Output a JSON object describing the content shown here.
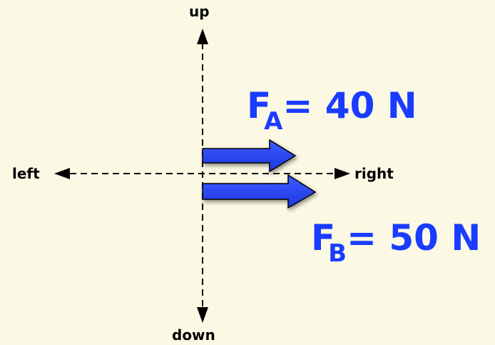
{
  "axes": {
    "up": "up",
    "down": "down",
    "left": "left",
    "right": "right"
  },
  "forces": [
    {
      "symbol": "F",
      "subscript": "A",
      "equation": "= 40 N",
      "magnitude": 40,
      "unit": "N",
      "direction": "right"
    },
    {
      "symbol": "F",
      "subscript": "B",
      "equation": "= 50 N",
      "magnitude": 50,
      "unit": "N",
      "direction": "right"
    }
  ],
  "colors": {
    "background": "#fbf8e4",
    "arrow_fill": "#2a46ff",
    "label": "#1a3cff",
    "axis": "#000000"
  }
}
